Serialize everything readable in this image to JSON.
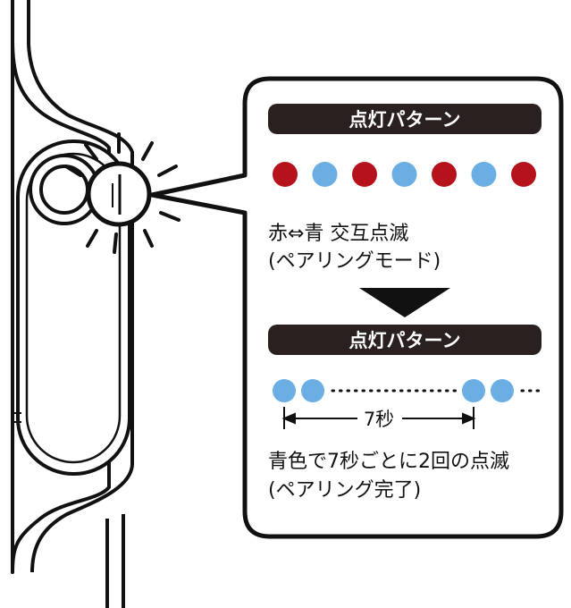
{
  "panel1": {
    "banner": "点灯パターン",
    "dots": [
      "red",
      "blue",
      "red",
      "blue",
      "red",
      "blue",
      "red"
    ],
    "desc_line1": "赤⇔青 交互点滅",
    "desc_line2": "(ペアリングモード)"
  },
  "panel2": {
    "banner": "点灯パターン",
    "interval_label": "7秒",
    "desc_line1": "青色で7秒ごとに2回の点滅",
    "desc_line2": "(ペアリング完了)"
  },
  "colors": {
    "red": "#b5121b",
    "blue": "#6aaee3",
    "banner_bg": "#2a2020",
    "outline": "#111111"
  }
}
